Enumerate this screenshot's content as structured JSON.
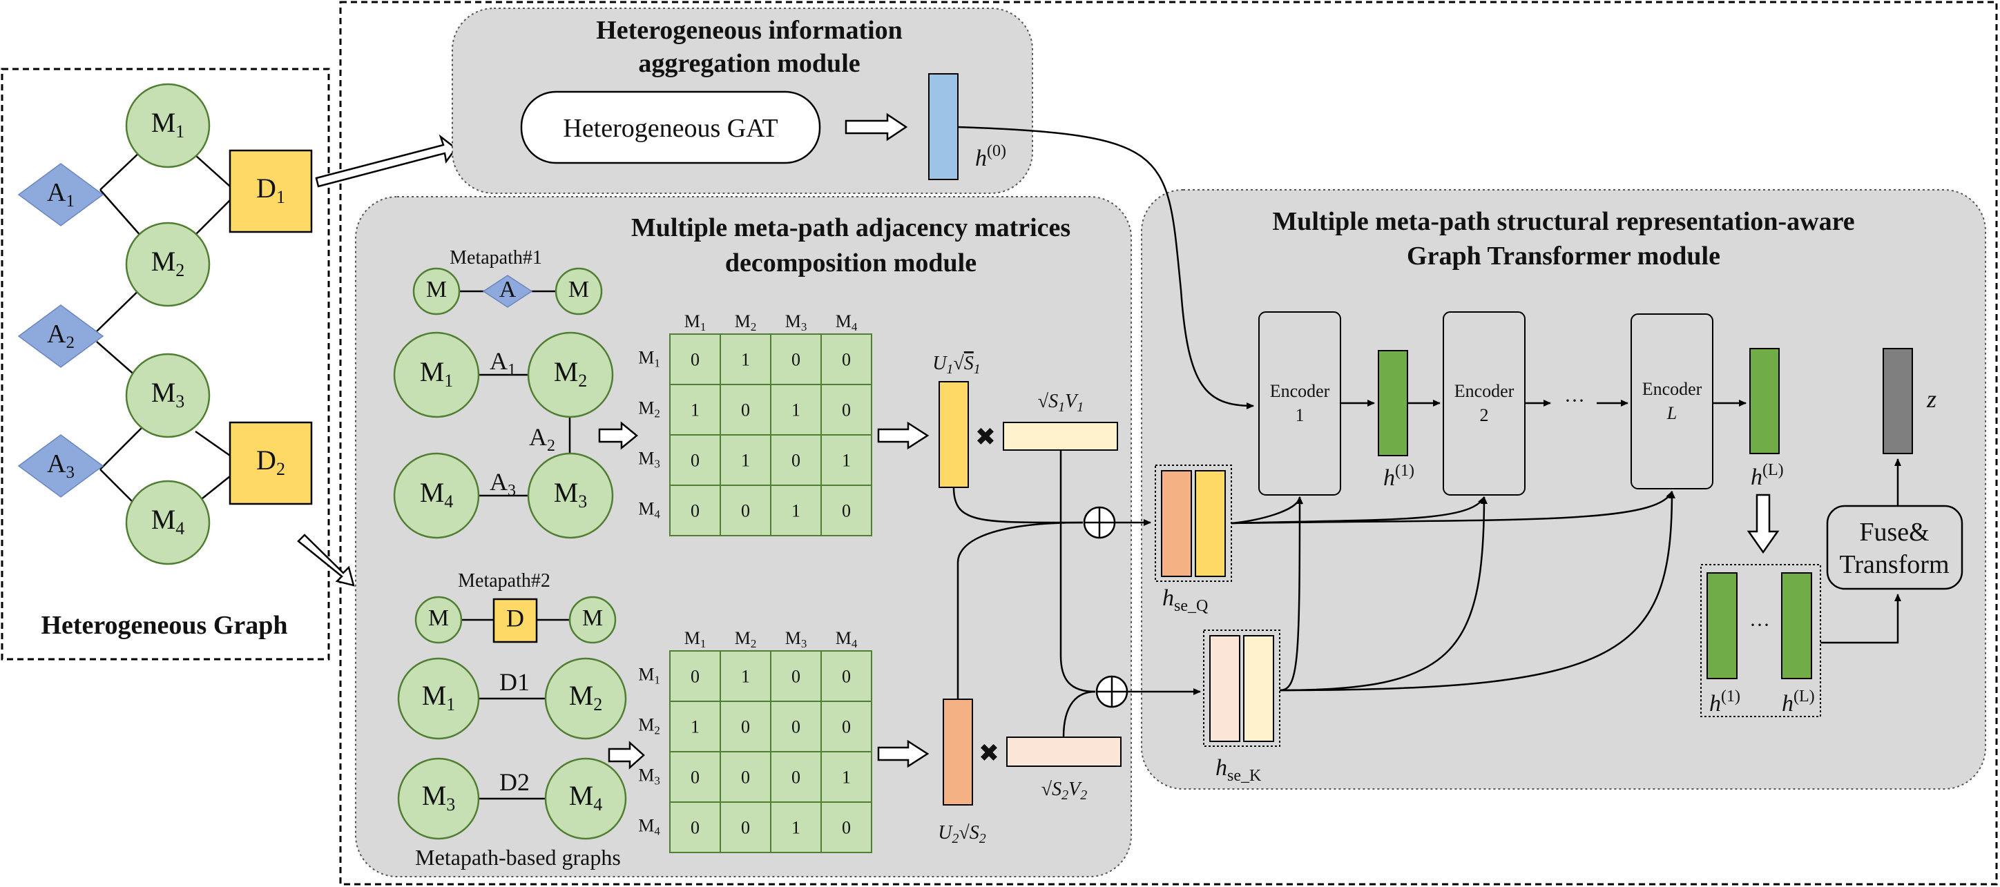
{
  "hetero_graph": {
    "title": "Heterogeneous Graph",
    "nodes": {
      "m1": "M1",
      "m2": "M2",
      "m3": "M3",
      "m4": "M4",
      "a1": "A1",
      "a2": "A2",
      "a3": "A3",
      "d1": "D1",
      "d2": "D2"
    }
  },
  "hia_module": {
    "title_line1": "Heterogeneous information",
    "title_line2": "aggregation module",
    "gat_label": "Heterogeneous GAT",
    "h0_label": "h(0)"
  },
  "mmp_module": {
    "title_line1": "Multiple meta-path adjacency matrices",
    "title_line2": "decomposition module",
    "metapath1": {
      "label": "Metapath#1",
      "schema": [
        "M",
        "A",
        "M"
      ],
      "edge_a1": "A1",
      "edge_a2": "A2",
      "edge_a3": "A3",
      "nodes": [
        "M1",
        "M2",
        "M3",
        "M4"
      ],
      "col_headers": [
        "M1",
        "M2",
        "M3",
        "M4"
      ],
      "row_headers": [
        "M1",
        "M2",
        "M3",
        "M4"
      ],
      "matrix": [
        [
          "0",
          "1",
          "0",
          "0"
        ],
        [
          "1",
          "0",
          "1",
          "0"
        ],
        [
          "0",
          "1",
          "0",
          "1"
        ],
        [
          "0",
          "0",
          "1",
          "0"
        ]
      ],
      "u_label": "U1√S1",
      "v_label": "√S1V1"
    },
    "metapath2": {
      "label": "Metapath#2",
      "schema": [
        "M",
        "D",
        "M"
      ],
      "edge_d1": "D1",
      "edge_d2": "D2",
      "nodes": [
        "M1",
        "M2",
        "M3",
        "M4"
      ],
      "col_headers": [
        "M1",
        "M2",
        "M3",
        "M4"
      ],
      "row_headers": [
        "M1",
        "M2",
        "M3",
        "M4"
      ],
      "matrix": [
        [
          "0",
          "1",
          "0",
          "0"
        ],
        [
          "1",
          "0",
          "0",
          "0"
        ],
        [
          "0",
          "0",
          "0",
          "1"
        ],
        [
          "0",
          "0",
          "1",
          "0"
        ]
      ],
      "u_label": "U2√S2",
      "v_label": "√S2V2"
    },
    "footer": "Metapath-based graphs",
    "multiply": "✖",
    "oplus": "⊕"
  },
  "gt_module": {
    "title_line1": "Multiple meta-path structural representation-aware",
    "title_line2": "Graph Transformer module",
    "encoder1": [
      "Encoder",
      "1"
    ],
    "encoder2": [
      "Encoder",
      "2"
    ],
    "encoderL": [
      "Encoder",
      "L"
    ],
    "dots": "···",
    "h1": "h(1)",
    "hL": "h(L)",
    "hse_q": "hse_Q",
    "hse_k": "hse_K",
    "fuse": [
      "Fuse&",
      "Transform"
    ],
    "z": "z",
    "stack_h1": "h(1)",
    "stack_hL": "h(L)",
    "stack_dots": "···"
  },
  "colors": {
    "node_green": "#c6e0b4",
    "node_stroke": "#507e32",
    "diamond_blue": "#8ea9db",
    "square_yellow": "#ffd966",
    "module_gray": "#d9d9d9",
    "h0_blue": "#9dc3e6",
    "h_green": "#70ad47",
    "u_yellow": "#ffd966",
    "u_orange": "#f4b183",
    "v_cream": "#fff2cc",
    "v_peach": "#fbe5d6",
    "z_gray": "#7f7f7f"
  }
}
